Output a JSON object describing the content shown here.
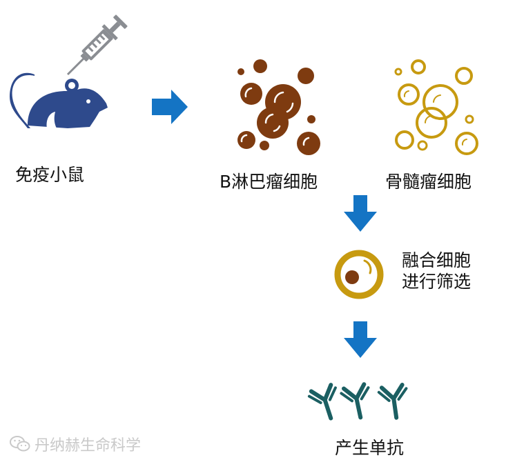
{
  "labels": {
    "immunized_mouse": "免疫小鼠",
    "b_lymphoma": "B淋巴瘤细胞",
    "myeloma": "骨髓瘤细胞",
    "fused_line1": "融合细胞",
    "fused_line2": "进行筛选",
    "monoclonal": "产生单抗"
  },
  "watermark": "丹纳赫生命科学",
  "icons": [
    "syringe-icon",
    "mouse-icon",
    "arrow-right-icon",
    "b-cell-cluster-icon",
    "myeloma-cell-cluster-icon",
    "arrow-down-icon",
    "fused-cell-icon",
    "antibody-icon",
    "wechat-icon"
  ],
  "colors": {
    "navy": "#2e4a8c",
    "gray": "#8a8d92",
    "arrow_blue": "#1474c4",
    "brown": "#7e3b10",
    "gold": "#c79a10",
    "teal": "#1b5f62",
    "text": "#111111"
  }
}
